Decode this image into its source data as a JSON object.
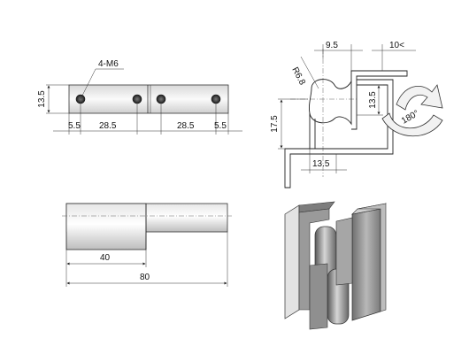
{
  "views": {
    "top_view": {
      "hole_label": "4-M6",
      "height": "13.5",
      "edge_left": "5.5",
      "pitch_left": "28.5",
      "pitch_right": "28.5",
      "edge_right": "5.5"
    },
    "side_view": {
      "radius": "R6.8",
      "offset_top": "9.5",
      "gap": "10<",
      "knuckle_height": "13.5",
      "leaf_height": "17.5",
      "base_width": "13.5",
      "rotation": "180°"
    },
    "front_view": {
      "short_length": "40",
      "total_length": "80"
    }
  },
  "colors": {
    "line": "#222222",
    "metal_light": "#e8e8e8",
    "metal_dark": "#8a8a8a",
    "arrow_fill": "#f2f2f2"
  }
}
